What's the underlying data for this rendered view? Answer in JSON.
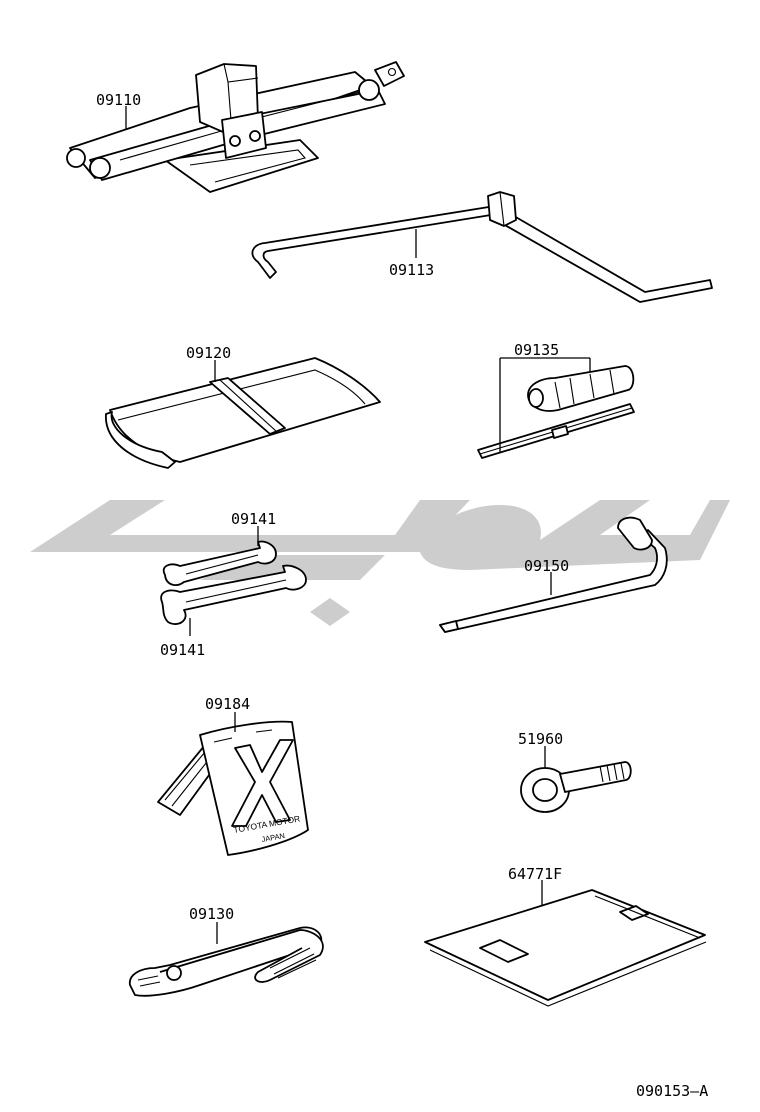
{
  "diagram": {
    "parts": [
      {
        "id": "jack",
        "label": "09110"
      },
      {
        "id": "jack-handle",
        "label": "09113"
      },
      {
        "id": "tool-bag",
        "label": "09120"
      },
      {
        "id": "screwdriver",
        "label": "09135"
      },
      {
        "id": "wrench-upper",
        "label": "09141"
      },
      {
        "id": "wrench-lower",
        "label": "09141"
      },
      {
        "id": "wheel-nut-wrench",
        "label": "09150"
      },
      {
        "id": "warning-triangle",
        "label": "09184"
      },
      {
        "id": "towing-eye",
        "label": "51960"
      },
      {
        "id": "pliers",
        "label": "09130"
      },
      {
        "id": "tray-mat",
        "label": "64771F"
      }
    ],
    "stamp_text": "TOYOTA MOTOR",
    "stamp_subtext": "JAPAN",
    "figure_code": "090153–A"
  }
}
